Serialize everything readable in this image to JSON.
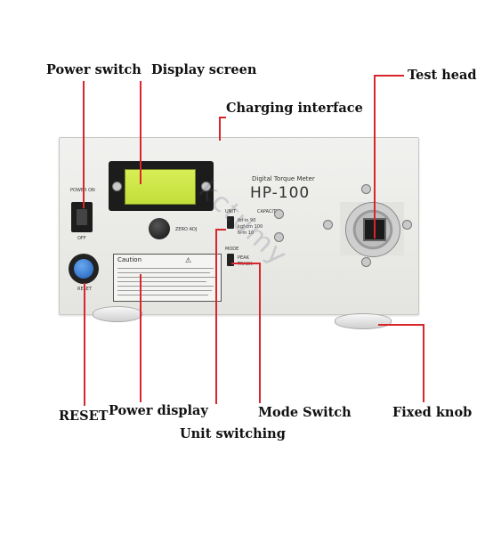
{
  "labels": {
    "power_switch": "Power switch",
    "display_screen": "Display screen",
    "test_head": "Test head",
    "charging_interface": "Charging interface",
    "reset": "RESET",
    "power_display": "Power display",
    "mode_switch": "Mode Switch",
    "fixed_knob": "Fixed knob",
    "unit_switching": "Unit switching"
  },
  "device": {
    "brand_line": "Digital Torque Meter",
    "model": "HP-100",
    "power_on": "POWER ON",
    "off": "OFF",
    "reset_small": "RESET",
    "zero_adj": "ZERO ADJ",
    "caution_title": "Caution",
    "unit": "UNIT",
    "capacity": "CAPACITY",
    "mode": "MODE",
    "peak": "PEAK",
    "track": "TRACK",
    "cap_rows": [
      "lbf·in   90",
      "kgf·cm  100",
      "N·m     10"
    ]
  },
  "watermark": "kctumy",
  "colors": {
    "leader": "#d9262c",
    "lcd": "#cbe64a",
    "reset_button": "#2a72d4"
  }
}
